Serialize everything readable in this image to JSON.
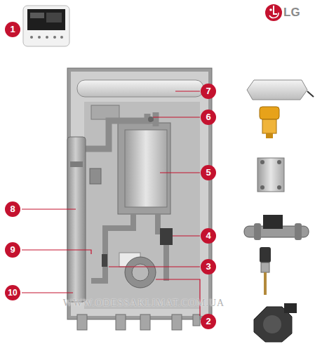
{
  "diagram": {
    "labels": [
      "1",
      "LG",
      "7",
      "6",
      "5",
      "8",
      "4",
      "9",
      "3",
      "10",
      "2",
      "WWW.ODESSAKLIMAT.COM.UA"
    ]
  }
}
